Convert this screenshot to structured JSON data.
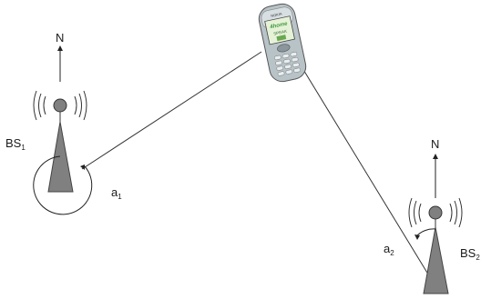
{
  "north_label": "N",
  "base_stations": [
    {
      "label": "BS",
      "subscript": "1",
      "angle": {
        "label": "a",
        "subscript": "1"
      }
    },
    {
      "label": "BS",
      "subscript": "2",
      "angle": {
        "label": "a",
        "subscript": "2"
      }
    }
  ],
  "phone": {
    "icon": "mobile-phone-icon",
    "brand": "NOKIA",
    "screen_logo": "4home",
    "screen_text": "SPEAK"
  },
  "colors": {
    "tower": "#808080",
    "line": "#333333",
    "phone_body": "#b8c3c8",
    "phone_screen": "#e6f2d8",
    "screen_logo": "#3c9a3c"
  }
}
